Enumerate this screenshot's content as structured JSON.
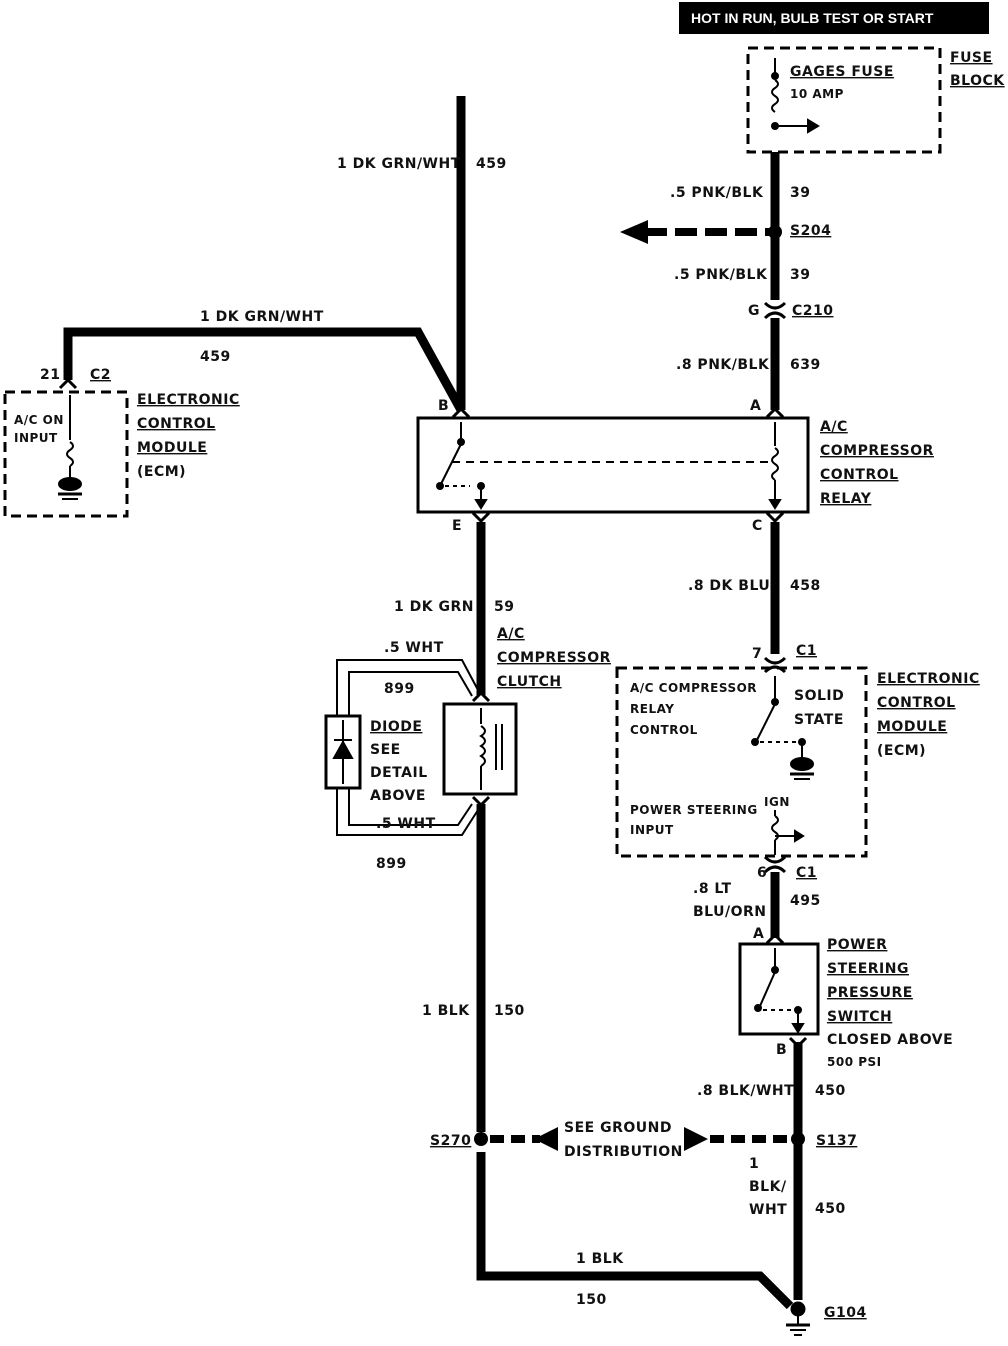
{
  "banner": "HOT IN RUN, BULB TEST OR START",
  "fuse_block": {
    "label1": "FUSE",
    "label2": "BLOCK",
    "fuse_name": "GAGES FUSE",
    "fuse_rating": "10 AMP"
  },
  "wires": {
    "w459_top_gauge": "1 DK GRN/WHT",
    "w459_top_num": "459",
    "w459_horiz_gauge": "1 DK GRN/WHT",
    "w459_horiz_num": "459",
    "w39a_gauge": ".5 PNK/BLK",
    "w39a_num": "39",
    "w39b_gauge": ".5 PNK/BLK",
    "w39b_num": "39",
    "w639_gauge": ".8 PNK/BLK",
    "w639_num": "639",
    "w59_gauge": "1 DK GRN",
    "w59_num": "59",
    "w458_gauge": ".8 DK BLU",
    "w458_num": "458",
    "w899a_gauge": ".5 WHT",
    "w899a_num": "899",
    "w899b_gauge": ".5 WHT",
    "w899b_num": "899",
    "w495_gauge1": ".8 LT",
    "w495_gauge2": "BLU/ORN",
    "w495_num": "495",
    "w150_gauge": "1 BLK",
    "w150_num": "150",
    "w450a_gauge": ".8 BLK/WHT",
    "w450a_num": "450",
    "w450b_g1": "1",
    "w450b_g2": "BLK/",
    "w450b_g3": "WHT",
    "w450b_num": "450",
    "w150b_gauge": "1 BLK",
    "w150b_num": "150"
  },
  "connectors": {
    "s204": "S204",
    "c210": "C210",
    "c210_pin": "G",
    "c2": "C2",
    "c2_pin": "21",
    "relay_b": "B",
    "relay_a": "A",
    "relay_e": "E",
    "relay_c": "C",
    "c1_top": "C1",
    "c1_top_pin": "7",
    "c1_bot": "C1",
    "c1_bot_pin": "6",
    "ps_a": "A",
    "ps_b": "B",
    "s270": "S270",
    "s137": "S137",
    "g104": "G104"
  },
  "ecm_left": {
    "l1": "ELECTRONIC",
    "l2": "CONTROL",
    "l3": "MODULE",
    "l4": "(ECM)",
    "input1": "A/C ON",
    "input2": "INPUT"
  },
  "relay": {
    "l1": "A/C",
    "l2": "COMPRESSOR",
    "l3": "CONTROL",
    "l4": "RELAY"
  },
  "clutch": {
    "l1": "A/C",
    "l2": "COMPRESSOR",
    "l3": "CLUTCH"
  },
  "diode": {
    "l1": "DIODE",
    "l2": "SEE",
    "l3": "DETAIL",
    "l4": "ABOVE"
  },
  "ecm_right": {
    "l1": "ELECTRONIC",
    "l2": "CONTROL",
    "l3": "MODULE",
    "l4": "(ECM)",
    "ctrl1": "A/C COMPRESSOR",
    "ctrl2": "RELAY",
    "ctrl3": "CONTROL",
    "ss1": "SOLID",
    "ss2": "STATE",
    "ps1": "POWER STEERING",
    "ps2": "INPUT",
    "ign": "IGN"
  },
  "ps_switch": {
    "l1": "POWER",
    "l2": "STEERING",
    "l3": "PRESSURE",
    "l4": "SWITCH",
    "l5": "CLOSED ABOVE",
    "l6": "500 PSI"
  },
  "ground_dist": {
    "l1": "SEE GROUND",
    "l2": "DISTRIBUTION"
  }
}
